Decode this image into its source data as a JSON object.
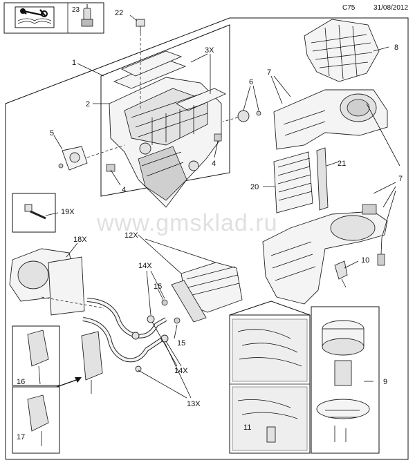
{
  "header": {
    "page_code": "C75",
    "date": "31/08/2012",
    "legend_item_number": "23"
  },
  "watermark": "www.gmsklad.ru",
  "callouts": [
    {
      "id": "1",
      "label": "1"
    },
    {
      "id": "2",
      "label": "2"
    },
    {
      "id": "3x",
      "label": "3X"
    },
    {
      "id": "4a",
      "label": "4"
    },
    {
      "id": "4b",
      "label": "4"
    },
    {
      "id": "5",
      "label": "5"
    },
    {
      "id": "6",
      "label": "6"
    },
    {
      "id": "7a",
      "label": "7"
    },
    {
      "id": "7b",
      "label": "7"
    },
    {
      "id": "8",
      "label": "8"
    },
    {
      "id": "9",
      "label": "9"
    },
    {
      "id": "10",
      "label": "10"
    },
    {
      "id": "11",
      "label": "11"
    },
    {
      "id": "12x",
      "label": "12X"
    },
    {
      "id": "13x",
      "label": "13X"
    },
    {
      "id": "14xa",
      "label": "14X"
    },
    {
      "id": "14xb",
      "label": "14X"
    },
    {
      "id": "15a",
      "label": "15"
    },
    {
      "id": "15b",
      "label": "15"
    },
    {
      "id": "16",
      "label": "16"
    },
    {
      "id": "17",
      "label": "17"
    },
    {
      "id": "18x",
      "label": "18X"
    },
    {
      "id": "19x",
      "label": "19X"
    },
    {
      "id": "20",
      "label": "20"
    },
    {
      "id": "21",
      "label": "21"
    },
    {
      "id": "22",
      "label": "22"
    }
  ]
}
